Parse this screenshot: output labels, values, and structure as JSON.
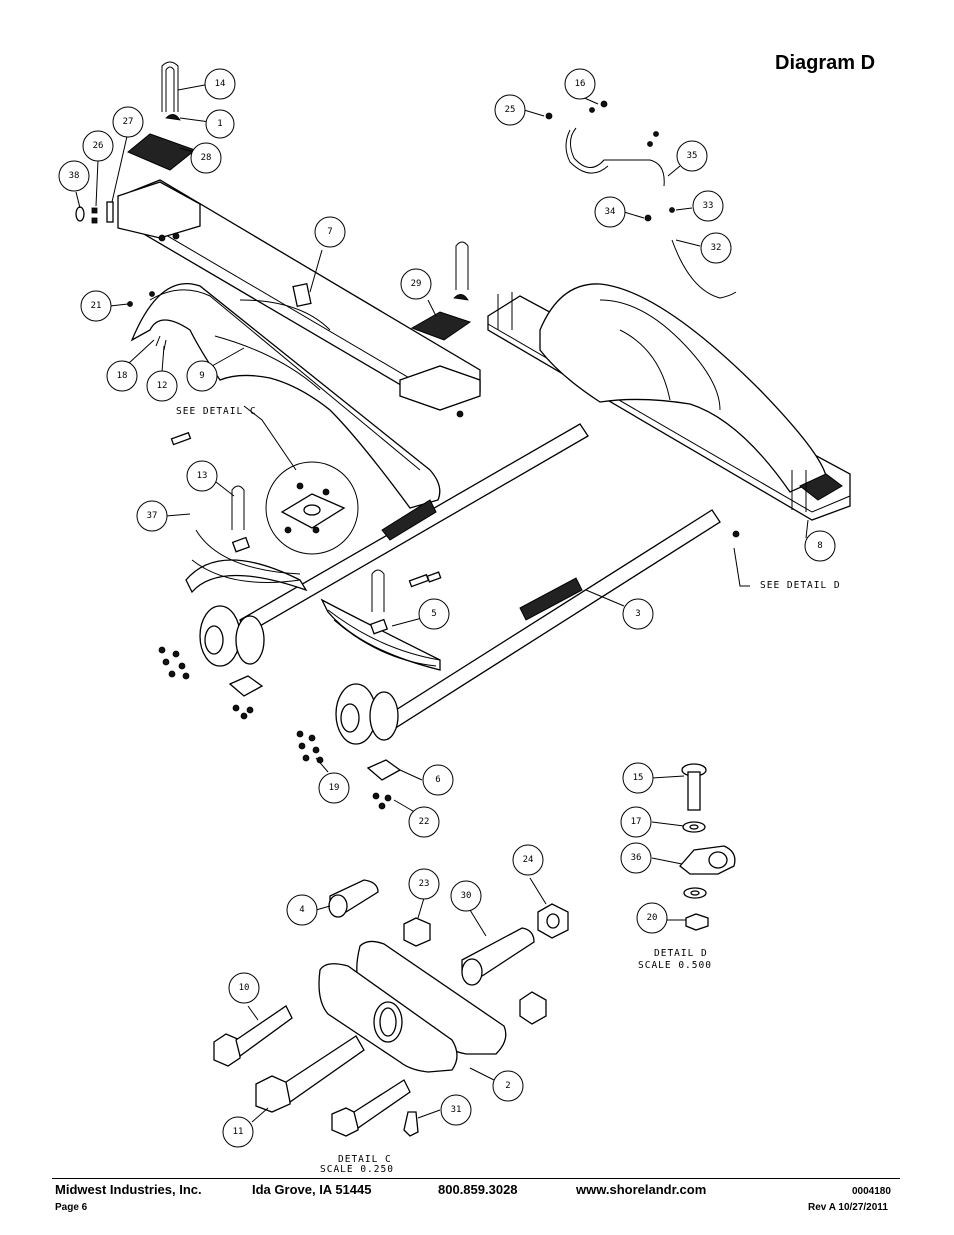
{
  "title": "Diagram D",
  "callouts": [
    {
      "id": "c14",
      "label": "14"
    },
    {
      "id": "c1",
      "label": "1"
    },
    {
      "id": "c27",
      "label": "27"
    },
    {
      "id": "c28",
      "label": "28"
    },
    {
      "id": "c26",
      "label": "26"
    },
    {
      "id": "c38",
      "label": "38"
    },
    {
      "id": "c7",
      "label": "7"
    },
    {
      "id": "c29",
      "label": "29"
    },
    {
      "id": "c21",
      "label": "21"
    },
    {
      "id": "c18",
      "label": "18"
    },
    {
      "id": "c12",
      "label": "12"
    },
    {
      "id": "c9",
      "label": "9"
    },
    {
      "id": "c13",
      "label": "13"
    },
    {
      "id": "c37",
      "label": "37"
    },
    {
      "id": "c5",
      "label": "5"
    },
    {
      "id": "c3",
      "label": "3"
    },
    {
      "id": "c19",
      "label": "19"
    },
    {
      "id": "c6",
      "label": "6"
    },
    {
      "id": "c22",
      "label": "22"
    },
    {
      "id": "c25",
      "label": "25"
    },
    {
      "id": "c16",
      "label": "16"
    },
    {
      "id": "c35",
      "label": "35"
    },
    {
      "id": "c34",
      "label": "34"
    },
    {
      "id": "c33",
      "label": "33"
    },
    {
      "id": "c32",
      "label": "32"
    },
    {
      "id": "c8",
      "label": "8"
    },
    {
      "id": "c15",
      "label": "15"
    },
    {
      "id": "c17",
      "label": "17"
    },
    {
      "id": "c36",
      "label": "36"
    },
    {
      "id": "c20",
      "label": "20"
    },
    {
      "id": "c4",
      "label": "4"
    },
    {
      "id": "c23",
      "label": "23"
    },
    {
      "id": "c30",
      "label": "30"
    },
    {
      "id": "c24",
      "label": "24"
    },
    {
      "id": "c10",
      "label": "10"
    },
    {
      "id": "c11",
      "label": "11"
    },
    {
      "id": "c2",
      "label": "2"
    },
    {
      "id": "c31",
      "label": "31"
    }
  ],
  "notes": {
    "see_detail_c": "SEE DETAIL  C",
    "see_detail_d": "SEE DETAIL  D",
    "detail_d_title": "DETAIL  D",
    "detail_d_scale": "SCALE  0.500",
    "detail_c_title": "DETAIL  C",
    "detail_c_scale": "SCALE  0.250"
  },
  "footer": {
    "company": "Midwest Industries, Inc.",
    "city": "Ida Grove, IA  51445",
    "phone": "800.859.3028",
    "website": "www.shorelandr.com",
    "doc_number": "0004180",
    "page": "Page 6",
    "revision": "Rev A 10/27/2011"
  }
}
